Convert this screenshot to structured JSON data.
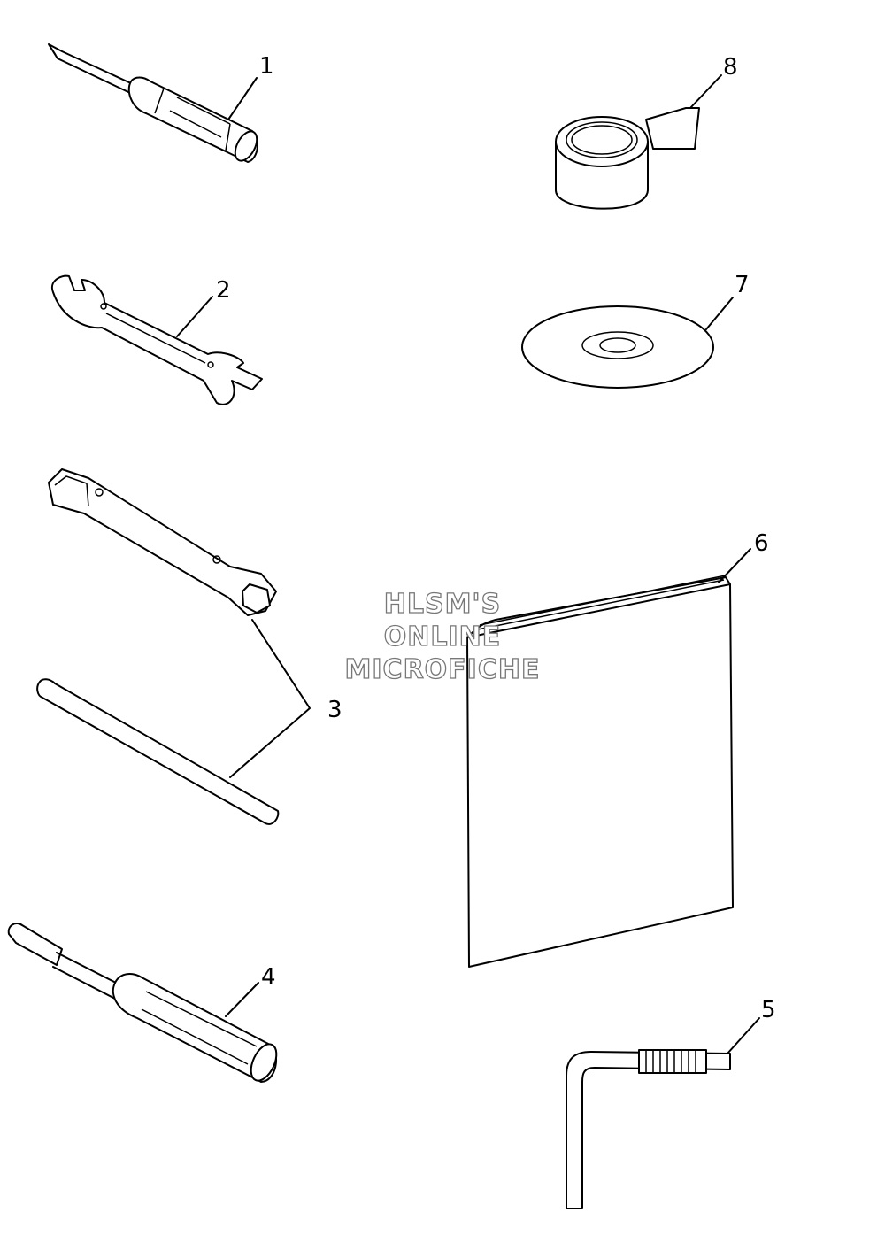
{
  "diagram": {
    "callouts": [
      "1",
      "2",
      "3",
      "4",
      "5",
      "6",
      "7",
      "8"
    ],
    "watermark": {
      "line1": "HLSM'S",
      "line2": "ONLINE",
      "line3": "MICROFICHE",
      "color": "#777777"
    },
    "parts": [
      {
        "callout": "1",
        "icon": "screwdriver-icon"
      },
      {
        "callout": "2",
        "icon": "open-end-wrench-icon"
      },
      {
        "callout": "3",
        "icon": "box-wrench-with-handle-bar-icon"
      },
      {
        "callout": "4",
        "icon": "screwdriver-handle-icon"
      },
      {
        "callout": "5",
        "icon": "hex-key-icon"
      },
      {
        "callout": "6",
        "icon": "manual-booklet-icon"
      },
      {
        "callout": "7",
        "icon": "disc-icon"
      },
      {
        "callout": "8",
        "icon": "tape-roll-icon"
      }
    ]
  }
}
